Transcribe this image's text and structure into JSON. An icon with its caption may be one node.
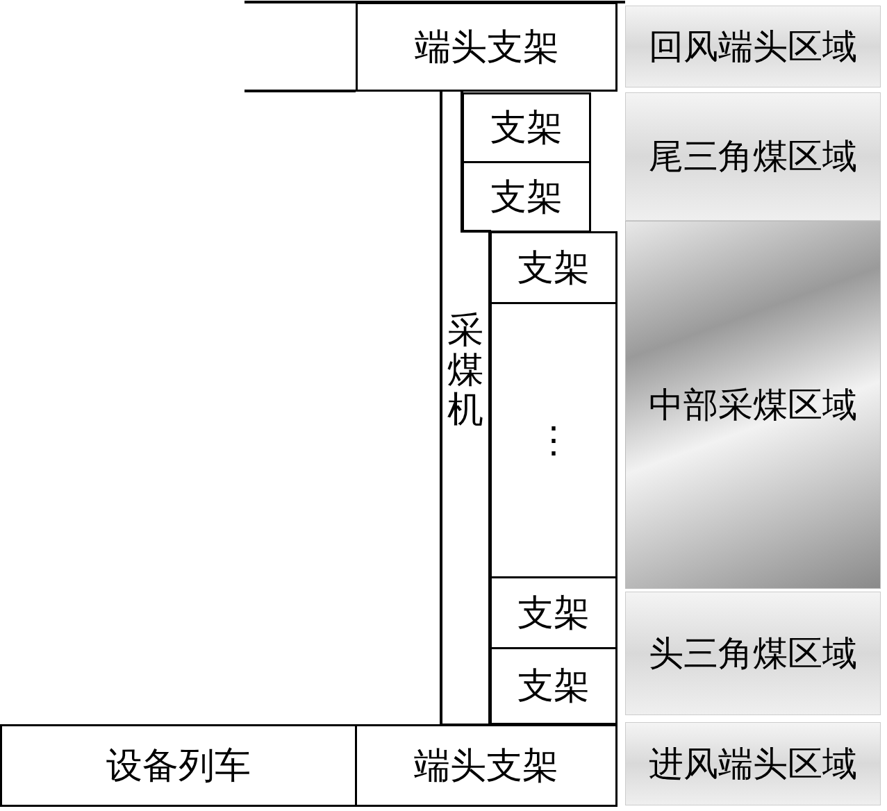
{
  "diagram": {
    "nodes": [
      {
        "text": [
          "端头支架"
        ]
      },
      {
        "text": [
          "回风端头区域"
        ]
      },
      {
        "text": [
          "支架"
        ]
      },
      {
        "text": [
          "支架"
        ]
      },
      {
        "text": [
          "尾三角煤区域"
        ]
      },
      {
        "text": [
          "采煤机"
        ]
      },
      {
        "text": [
          "支架"
        ]
      },
      {
        "text": [
          "⋮"
        ]
      },
      {
        "text": [
          "中部采煤区域"
        ]
      },
      {
        "text": [
          "支架"
        ]
      },
      {
        "text": [
          "支架"
        ]
      },
      {
        "text": [
          "头三角煤区域"
        ]
      },
      {
        "text": [
          "设备列车"
        ]
      },
      {
        "text": [
          "端头支架"
        ]
      },
      {
        "text": [
          "进风端头区域"
        ]
      }
    ]
  }
}
